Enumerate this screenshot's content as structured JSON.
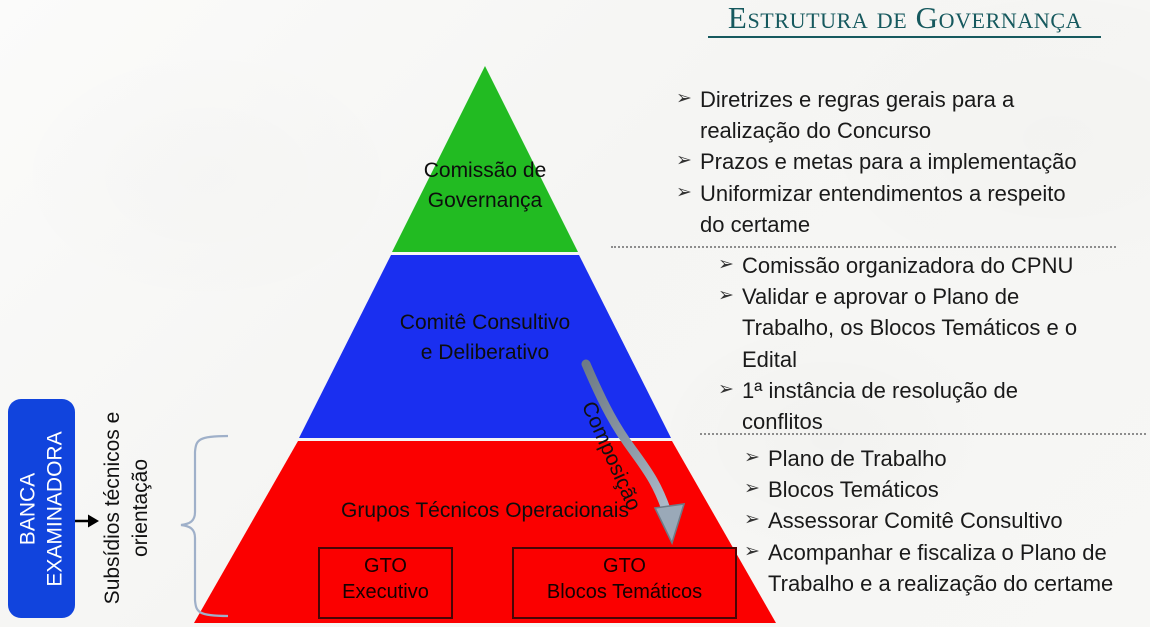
{
  "slide": {
    "title": "Estrutura de Governança",
    "background_color": "#f7f7f5"
  },
  "pyramid": {
    "tiers": [
      {
        "name": "green-tier",
        "label": "Comissão de\nGovernança",
        "color": "#22bb22"
      },
      {
        "name": "blue-tier",
        "label": "Comitê Consultivo\ne Deliberativo",
        "color": "#1a2ff0"
      },
      {
        "name": "red-tier",
        "label": "Grupos Técnicos Operacionais",
        "color": "#fb0000"
      }
    ],
    "gto_boxes": [
      {
        "name": "gto-executivo",
        "label": "GTO\nExecutivo"
      },
      {
        "name": "gto-blocos-tematicos",
        "label": "GTO\nBlocos Temáticos"
      }
    ],
    "arrow_label": "Composição"
  },
  "left_panel": {
    "banca_label": "BANCA\nEXAMINADORA",
    "banca_color": "#1144dd",
    "relationship_label": "Subsídios técnicos e\norientação"
  },
  "bullet_groups": [
    {
      "name": "governanca-bullets",
      "marker": "➢",
      "items": [
        "Diretrizes e regras gerais para a\nrealização do Concurso",
        "Prazos e metas para a implementação",
        "Uniformizar entendimentos a respeito\ndo certame"
      ]
    },
    {
      "name": "comite-consultivo-bullets",
      "marker": "➢",
      "items": [
        "Comissão organizadora do CPNU",
        "Validar e aprovar o Plano de\nTrabalho, os Blocos Temáticos e o\nEdital",
        "1ª instância de resolução de\nconflitos"
      ]
    },
    {
      "name": "grupos-tecnicos-bullets",
      "marker": "➢",
      "items": [
        "Plano de Trabalho",
        "Blocos Temáticos",
        "Assessorar Comitê Consultivo",
        "Acompanhar e fiscaliza o Plano de\nTrabalho e a realização do certame"
      ]
    }
  ]
}
